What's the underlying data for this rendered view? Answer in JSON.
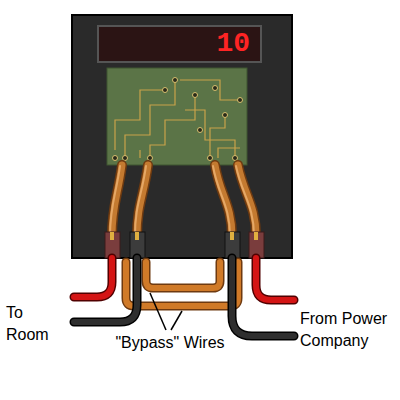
{
  "diagram": {
    "nodes": [
      {
        "text": [
          "10"
        ]
      }
    ],
    "labels": [
      "To Room",
      "\"Bypass\" Wires",
      "From Power Company"
    ]
  }
}
